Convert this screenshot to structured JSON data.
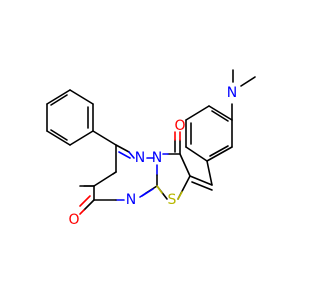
{
  "diagram": {
    "type": "chemical-structure",
    "colors": {
      "bond": "#000000",
      "nitrogen": "#0000ff",
      "oxygen": "#ff0000",
      "sulfur": "#b8b800",
      "background": "#ffffff"
    },
    "labels": {
      "n_dimethylamino": "N",
      "n_triazine_upper": "N",
      "n_triazine_bridge": "N",
      "n_triazine_lower": "N",
      "o_thiazolone": "O",
      "o_triazinone": "O",
      "s_thiazole": "S"
    }
  }
}
